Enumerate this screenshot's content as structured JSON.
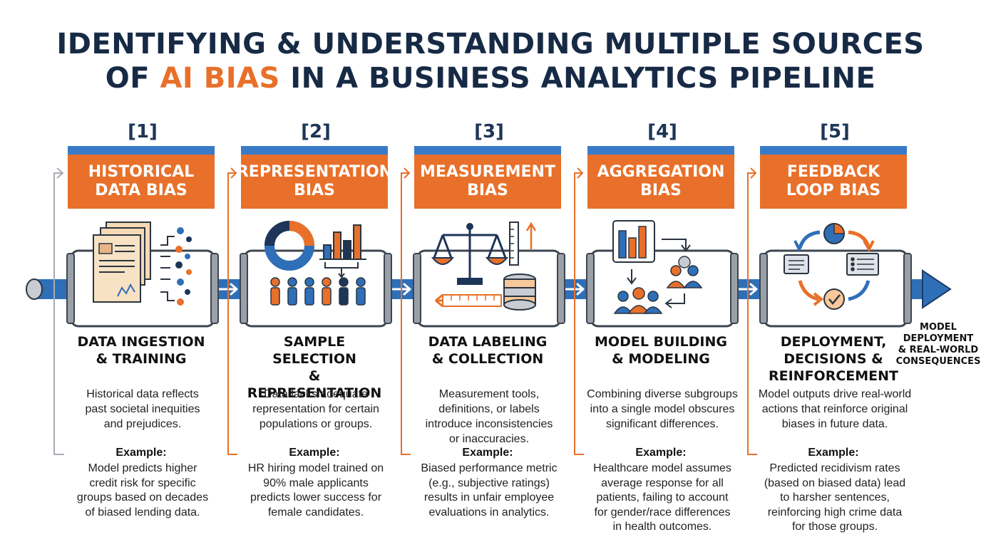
{
  "title": {
    "line1": "IDENTIFYING & UNDERSTANDING MULTIPLE SOURCES",
    "line2_prefix": "OF ",
    "line2_accent": "AI BIAS",
    "line2_suffix": " IN A BUSINESS ANALYTICS PIPELINE"
  },
  "colors": {
    "accent": "#e8702a",
    "blue": "#3a7bc8",
    "navy": "#172a45"
  },
  "stages": [
    {
      "number": "[1]",
      "header": "HISTORICAL\nDATA BIAS",
      "stage": "DATA INGESTION\n& TRAINING",
      "description": "Historical data reflects\npast societal inequities\nand prejudices.",
      "example_label": "Example:",
      "example": "Model predicts higher\ncredit risk for specific\ngroups based on decades\nof biased lending data.",
      "icon": "documents-data-points-icon"
    },
    {
      "number": "[2]",
      "header": "REPRESENTATION\nBIAS",
      "stage": "SAMPLE SELECTION\n& REPRESENTATION",
      "description": "Data lacks adequate\nrepresentation for certain\npopulations or groups.",
      "example_label": "Example:",
      "example": "HR hiring model trained on\n90% male applicants\npredicts lower success for\nfemale candidates.",
      "icon": "donut-bar-people-icon"
    },
    {
      "number": "[3]",
      "header": "MEASUREMENT\nBIAS",
      "stage": "DATA LABELING\n& COLLECTION",
      "description": "Measurement tools,\ndefinitions, or labels\nintroduce inconsistencies\nor inaccuracies.",
      "example_label": "Example:",
      "example": "Biased performance metric\n(e.g., subjective ratings)\nresults in unfair employee\nevaluations in analytics.",
      "icon": "scale-ruler-database-icon"
    },
    {
      "number": "[4]",
      "header": "AGGREGATION\nBIAS",
      "stage": "MODEL BUILDING\n& MODELING",
      "description": "Combining diverse subgroups\ninto a single model obscures\nsignificant differences.",
      "example_label": "Example:",
      "example": "Healthcare model assumes\naverage response for all\npatients, failing to account\nfor gender/race differences\nin health outcomes.",
      "icon": "chart-groups-icon"
    },
    {
      "number": "[5]",
      "header": "FEEDBACK\nLOOP BIAS",
      "stage": "DEPLOYMENT,\nDECISIONS &\nREINFORCEMENT",
      "description": "Model outputs drive real-world\nactions that reinforce original\nbiases in future data.",
      "example_label": "Example:",
      "example": "Predicted recidivism rates\n(based on biased data) lead\nto harsher sentences,\nreinforcing high crime data\nfor those groups.",
      "icon": "feedback-cycle-icon"
    }
  ],
  "side_caption": "MODEL\nDEPLOYMENT\n& REAL-WORLD\nCONSEQUENCES"
}
